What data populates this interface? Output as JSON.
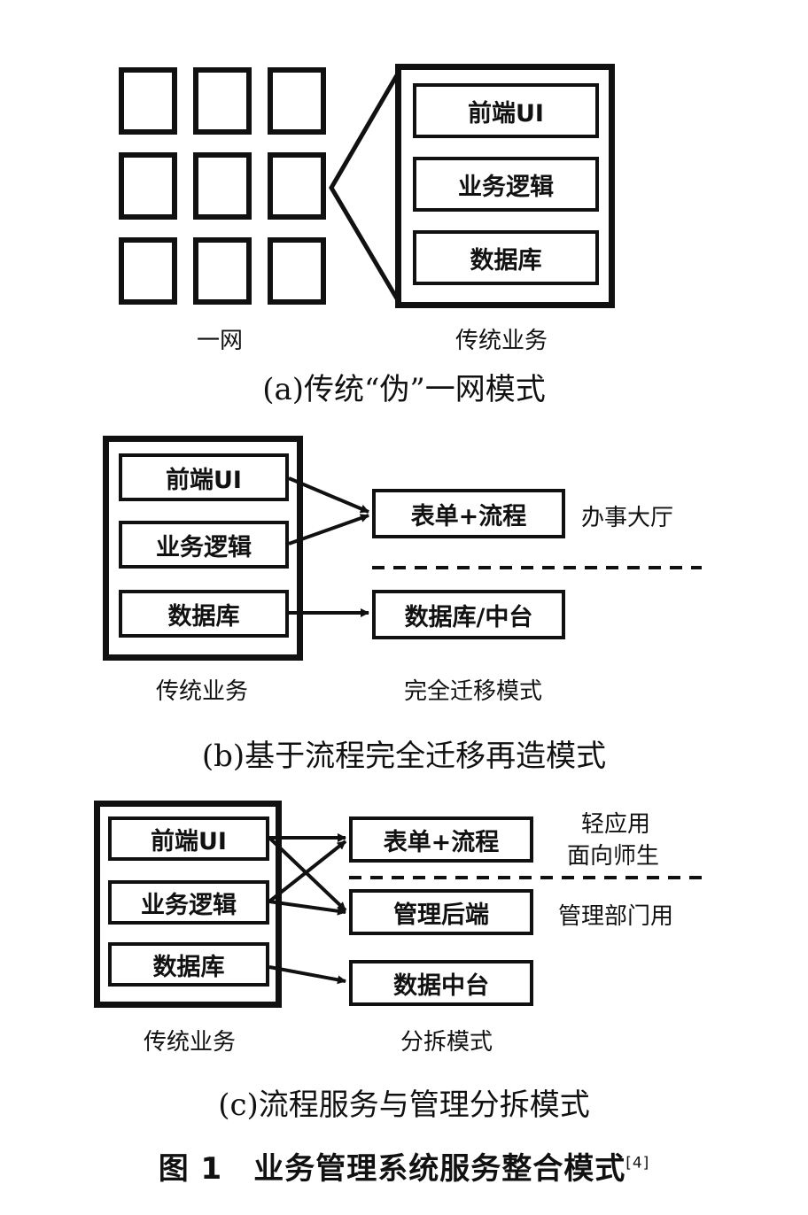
{
  "panel_a": {
    "detail_blocks": [
      "前端UI",
      "业务逻辑",
      "数据库"
    ],
    "left_label": "一网",
    "right_label": "传统业务",
    "caption": "(a)传统“伪”一网模式"
  },
  "panel_b": {
    "left_blocks": [
      "前端UI",
      "业务逻辑",
      "数据库"
    ],
    "right_blocks": [
      "表单+流程",
      "数据库/中台"
    ],
    "side_label": "办事大厅",
    "left_label": "传统业务",
    "right_label": "完全迁移模式",
    "caption": "(b)基于流程完全迁移再造模式"
  },
  "panel_c": {
    "left_blocks": [
      "前端UI",
      "业务逻辑",
      "数据库"
    ],
    "right_blocks": [
      "表单+流程",
      "管理后端",
      "数据中台"
    ],
    "side_label_top_1": "轻应用",
    "side_label_top_2": "面向师生",
    "side_label_mid": "管理部门用",
    "left_label": "传统业务",
    "right_label": "分拆模式",
    "caption": "(c)流程服务与管理分拆模式"
  },
  "figure": {
    "title": "图 1　业务管理系统服务整合模式",
    "reference": "[4]"
  }
}
